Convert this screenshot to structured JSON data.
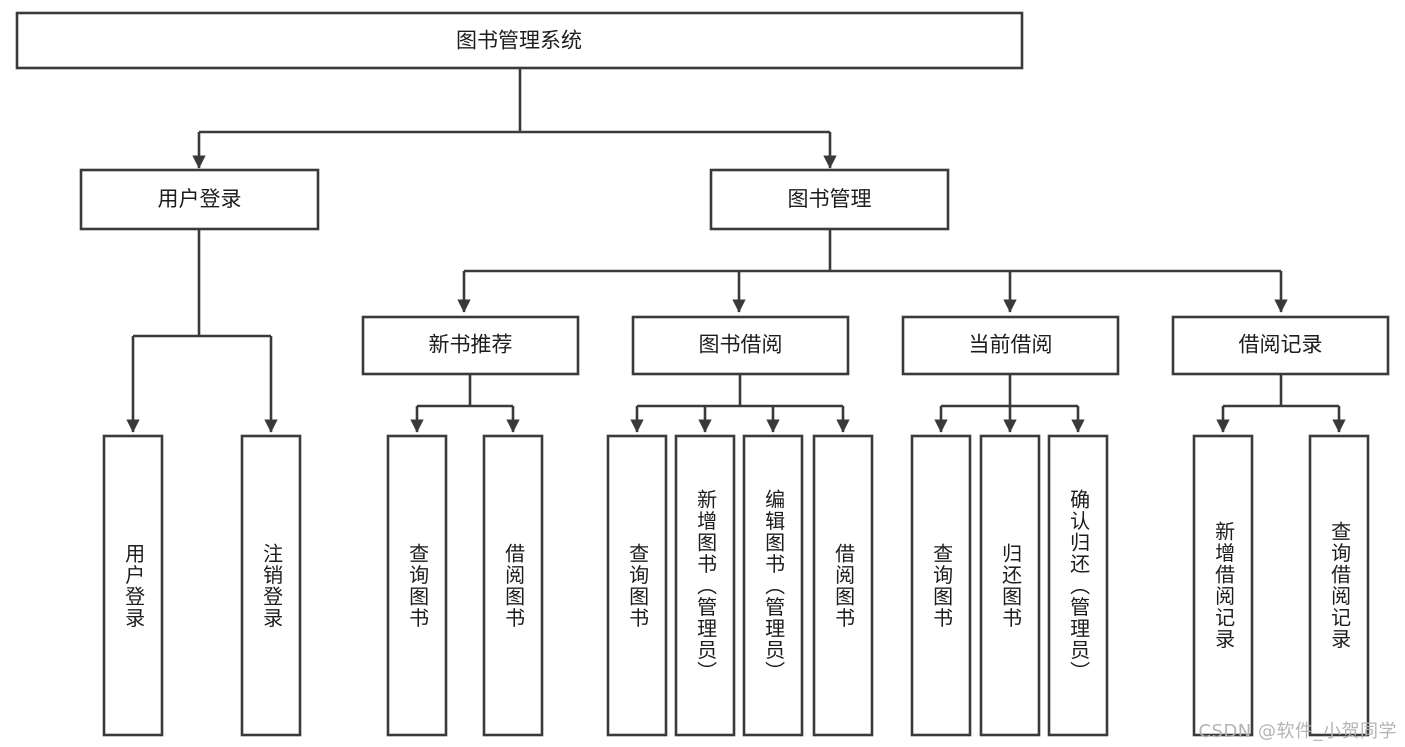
{
  "diagram": {
    "type": "tree-hierarchy",
    "title": "图书管理系统",
    "orientation": "top-down",
    "colors": {
      "box_stroke": "#3a3a3a",
      "box_fill": "#ffffff",
      "connector": "#3a3a3a",
      "text": "#1d1d1d",
      "background": "#ffffff",
      "watermark": "#b4b4b4"
    },
    "root": {
      "label": "图书管理系统"
    },
    "level2": [
      {
        "label": "用户登录"
      },
      {
        "label": "图书管理"
      }
    ],
    "level3": [
      {
        "label": "新书推荐"
      },
      {
        "label": "图书借阅"
      },
      {
        "label": "当前借阅"
      },
      {
        "label": "借阅记录"
      }
    ],
    "leaves": {
      "user_login": [
        {
          "label": "用户登录"
        },
        {
          "label": "注销登录"
        }
      ],
      "new_book_recommend": [
        {
          "label": "查询图书"
        },
        {
          "label": "借阅图书"
        }
      ],
      "book_borrow": [
        {
          "label": "查询图书"
        },
        {
          "label": "新增图书（管理员）"
        },
        {
          "label": "编辑图书（管理员）"
        },
        {
          "label": "借阅图书"
        }
      ],
      "current_borrow": [
        {
          "label": "查询图书"
        },
        {
          "label": "归还图书"
        },
        {
          "label": "确认归还（管理员）"
        }
      ],
      "borrow_records": [
        {
          "label": "新增借阅记录"
        },
        {
          "label": "查询借阅记录"
        }
      ]
    }
  },
  "watermark": {
    "text": "CSDN @软件_小贺同学"
  }
}
